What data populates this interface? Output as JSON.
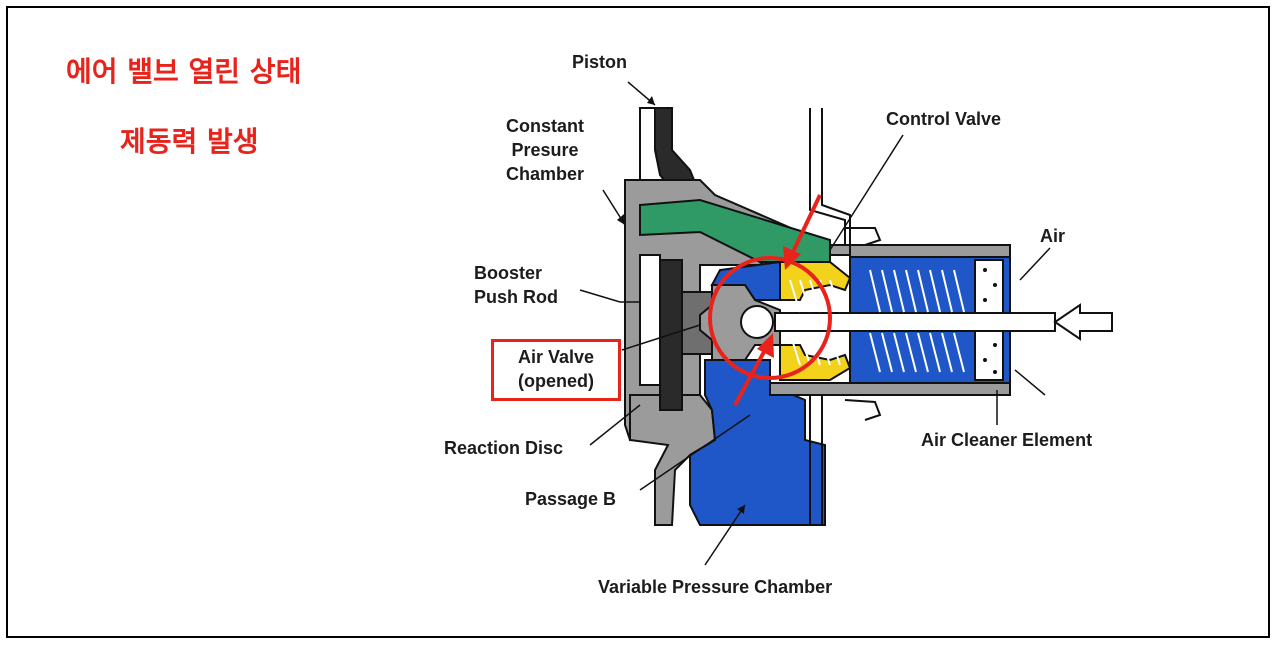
{
  "titles": {
    "state": "에어 밸브 열린 상태",
    "result": "제동력 발생"
  },
  "labels": {
    "piston": "Piston",
    "constant_pressure_chamber": [
      "Constant",
      "Presure",
      "Chamber"
    ],
    "booster_push_rod": [
      "Booster",
      "Push Rod"
    ],
    "air_valve": [
      "Air Valve",
      "(opened)"
    ],
    "reaction_disc": "Reaction Disc",
    "passage_b": "Passage B",
    "variable_pressure_chamber": "Variable Pressure Chamber",
    "control_valve": "Control Valve",
    "air": "Air",
    "air_cleaner_element": "Air Cleaner Element"
  },
  "colors": {
    "highlight_red": "#e8231b",
    "housing_gray": "#9b9b9b",
    "constant_chamber_green": "#2f9a66",
    "variable_chamber_blue": "#1f57c8",
    "control_valve_yellow": "#f2d21b"
  }
}
